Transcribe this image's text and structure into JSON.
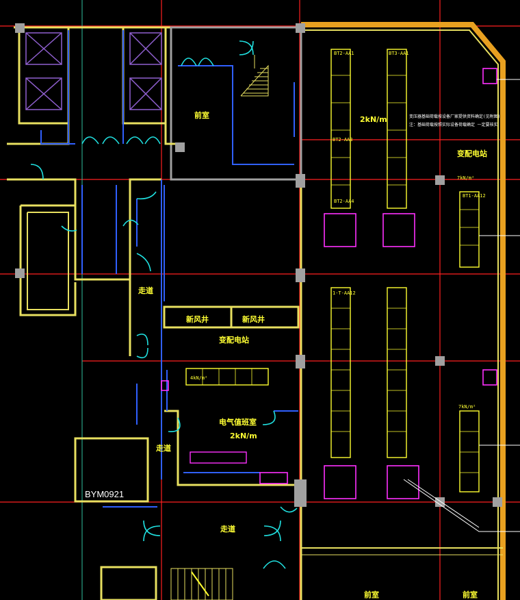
{
  "labels": {
    "qianshi": "前室",
    "zoudao_left": "走道",
    "zoudao_mid": "走道",
    "zoudao_bottom": "走道",
    "xinfeng_1": "新风井",
    "xinfeng_2": "新风井",
    "biandian_mid": "变配电站",
    "biandian_right": "变配电站",
    "dianqi_room": "电气值班室",
    "load_2kn": "2kN/m",
    "load_2kn_center": "2kN/m",
    "load_4kn": "4kN/m²",
    "load_7kn_top": "7kN/m²",
    "load_7kn_bottom": "7kN/m²",
    "door_code": "BYM0921",
    "cab_ab1": "BT2-AA1",
    "cab_aa1": "BT3-AA1",
    "cab_ab3": "BT2-AA3",
    "cab_ab4": "BT2-AA4",
    "cab_aa12": "BT1-AA12",
    "cab_aa2": "1-T-AA12",
    "note_line1": "变压器基础荷载按设备厂家提供资料确定(见附图)",
    "note_line2": "注：基础荷载按照实际设备荷载确定 一定要核实",
    "bottom_right_1": "前室",
    "bottom_right_2": "前室"
  },
  "colors": {
    "background": "#000000",
    "grid_red": "#ff2020",
    "wall_yellow": "#e8e060",
    "wall_gray": "#a0a0a0",
    "door_cyan": "#20e0e0",
    "partition_blue": "#3060ff",
    "equipment_magenta": "#ff30ff",
    "equipment_yellow": "#ffff30",
    "elevator_purple": "#9060d0"
  }
}
